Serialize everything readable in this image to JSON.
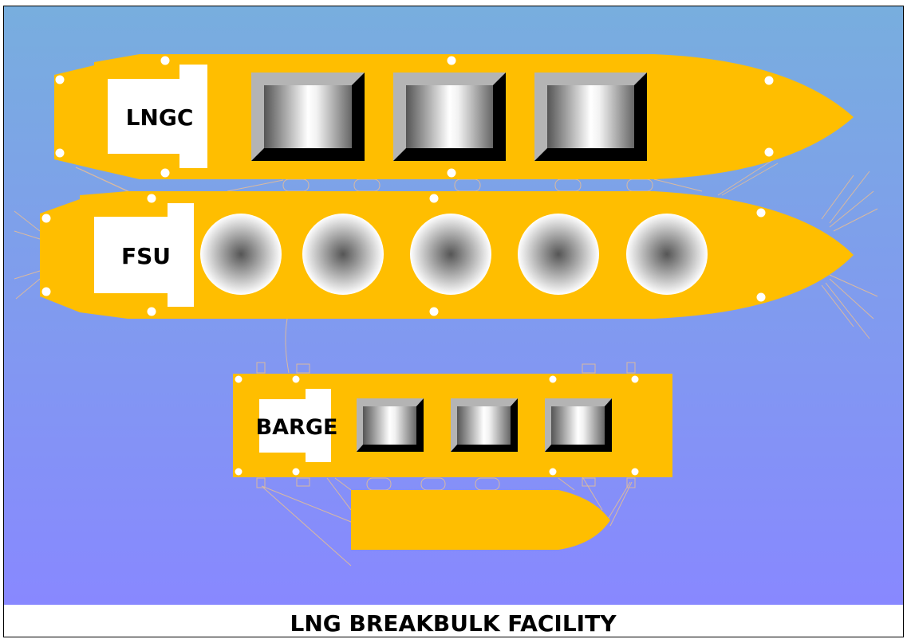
{
  "title": "LNG BREAKBULK FACILITY",
  "vessels": {
    "lngc": {
      "label": "LNGC",
      "tanks": 3
    },
    "fsu": {
      "label": "FSU",
      "tanks": 5
    },
    "barge": {
      "label": "BARGE",
      "tanks": 3
    }
  },
  "colors": {
    "hull": "#ffbe00",
    "water_top": "#78aede",
    "water_bottom": "#8888ff",
    "line": "#d9b9a0"
  }
}
